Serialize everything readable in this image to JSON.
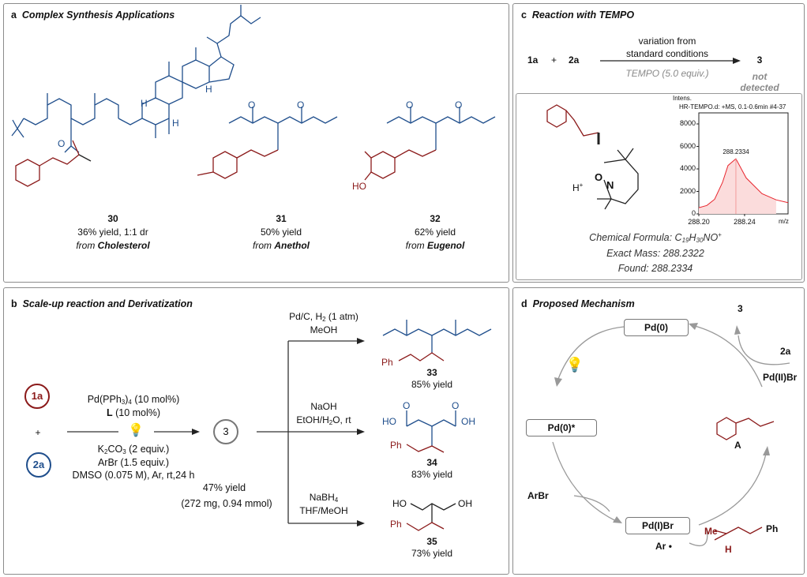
{
  "panel_a": {
    "letter": "a",
    "title": "Complex Synthesis Applications",
    "compounds": [
      {
        "id": "30",
        "yield": "36% yield, 1:1 dr",
        "from": "from ",
        "source": "Cholesterol"
      },
      {
        "id": "31",
        "yield": "50% yield",
        "from": "from ",
        "source": "Anethol"
      },
      {
        "id": "32",
        "yield": "62% yield",
        "from": "from ",
        "source": "Eugenol"
      }
    ],
    "atoms": {
      "o": "O",
      "h": "H",
      "ho": "HO"
    }
  },
  "panel_c": {
    "letter": "c",
    "title": "Reaction with TEMPO",
    "reactant1": "1a",
    "plus": "+",
    "reactant2": "2a",
    "cond1": "variation from",
    "cond2": "standard conditions",
    "tempo": "TEMPO (5.0 equiv.)",
    "product": "3",
    "result1": "not",
    "result2": "detected",
    "adduct_atoms": {
      "o": "O",
      "n": "N",
      "h": "H",
      "plus": "+"
    },
    "formula_label": "Chemical Formula: ",
    "formula_parts": [
      "C",
      "19",
      "H",
      "30",
      "NO",
      "+"
    ],
    "exact_mass": "Exact Mass: 288.2322",
    "found": "Found: 288.2334"
  },
  "chart_data": {
    "type": "line",
    "title": "HR-TEMPO.d: +MS, 0.1-0.6min #4-37",
    "ylabel": "Intens.",
    "xlabel": "m/z",
    "xlim": [
      288.2,
      288.278
    ],
    "ylim": [
      0,
      9000
    ],
    "xticks": [
      "288.20",
      "288.24"
    ],
    "yticks": [
      "0",
      "2000",
      "4000",
      "6000",
      "8000"
    ],
    "peak_label": "288.2334",
    "peak": {
      "x": 288.2324,
      "y": 4900
    },
    "x": [
      288.2,
      288.207,
      288.2138,
      288.2207,
      288.2255,
      288.2324,
      288.2414,
      288.2552,
      288.2676,
      288.278
    ],
    "y": [
      550,
      750,
      1300,
      2800,
      4300,
      4900,
      3200,
      1800,
      1250,
      1000
    ],
    "shade_end": 288.2676,
    "color": "#e8262e"
  },
  "panel_b": {
    "letter": "b",
    "title": "Scale-up reaction and Derivatization",
    "r1": "1a",
    "plus": "+",
    "r2": "2a",
    "cat_parts": [
      "Pd(PPh",
      "3",
      ")",
      "4",
      " (10 mol%)"
    ],
    "ligand": "L",
    "ligand_rest": " (10 mol%)",
    "base_parts": [
      "K",
      "2",
      "CO",
      "3",
      " (2 equiv.)"
    ],
    "arbr": "ArBr (1.5 equiv.)",
    "solvent": "DMSO (0.075 M), Ar, rt,24 h",
    "product": "3",
    "yield": "47% yield",
    "scale": "(272 mg, 0.94 mmol)",
    "routes": [
      {
        "cond1_parts": [
          "Pd/C, H",
          "2",
          " (1 atm)"
        ],
        "cond2": "MeOH",
        "id": "33",
        "yield": "85% yield",
        "ph": "Ph"
      },
      {
        "cond1_parts": [
          "NaOH"
        ],
        "cond2_parts": [
          "EtOH/H",
          "2",
          "O, rt"
        ],
        "id": "34",
        "yield": "83% yield",
        "ph": "Ph",
        "oh": "OH",
        "o": "O"
      },
      {
        "cond1_parts": [
          "NaBH",
          "4"
        ],
        "cond2": "THF/MeOH",
        "id": "35",
        "yield": "73% yield",
        "ph": "Ph",
        "ho": "HO",
        "oh": "OH"
      }
    ]
  },
  "panel_d": {
    "letter": "d",
    "title": "Proposed Mechanism",
    "pd0": "Pd(0)",
    "pd0_star": "Pd(0)*",
    "pd1": "Pd(I)Br",
    "pd2": "Pd(II)Br",
    "product": "3",
    "reagent": "2a",
    "arbr": "ArBr",
    "ar": "Ar",
    "radical_dot": "•",
    "intermediate": "A",
    "me": "Me",
    "h": "H",
    "ph": "Ph"
  },
  "colors": {
    "red": "#8b1a1a",
    "blue": "#1f4e8c",
    "grey": "#888888",
    "spec": "#e8262e"
  }
}
